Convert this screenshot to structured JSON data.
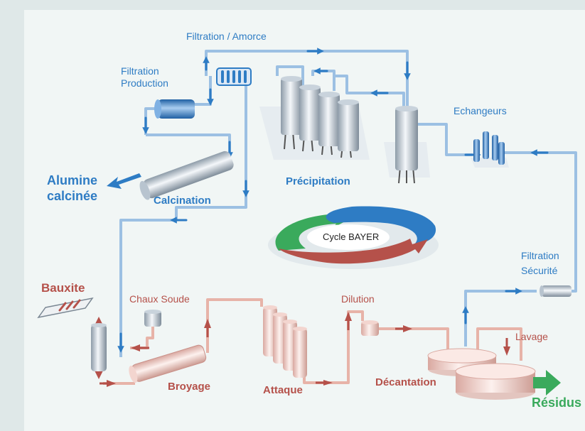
{
  "labels": {
    "filtration_amorce": "Filtration / Amorce",
    "filtration_production_1": "Filtration",
    "filtration_production_2": "Production",
    "echangeurs": "Echangeurs",
    "alumine_1": "Alumine",
    "alumine_2": "calcinée",
    "calcination": "Calcination",
    "precipitation": "Précipitation",
    "cycle": "Cycle BAYER",
    "filtration_securite_1": "Filtration",
    "filtration_securite_2": "Sécurité",
    "bauxite": "Bauxite",
    "chaux_soude": "Chaux  Soude",
    "dilution": "Dilution",
    "lavage": "Lavage",
    "broyage": "Broyage",
    "attaque": "Attaque",
    "decantation": "Décantation",
    "residus": "Résidus"
  },
  "colors": {
    "blue_pipe": "#9cc0e3",
    "blue_arrow": "#2e7cc4",
    "red_pipe": "#e7b3a8",
    "red_arrow": "#b5514a",
    "green_arrow": "#3aaa5c",
    "panel": "#f1f6f5",
    "border": "#dfe8e8"
  }
}
